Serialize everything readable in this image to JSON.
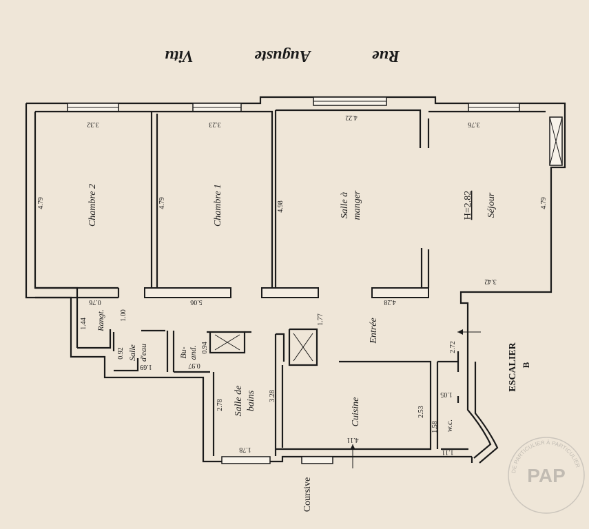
{
  "street": {
    "word1": "Rue",
    "word2": "Auguste",
    "word3": "Vitu"
  },
  "rooms": {
    "chambre2": "Chambre 2",
    "chambre1": "Chambre 1",
    "salle_manger_line1": "Salle à",
    "salle_manger_line2": "manger",
    "sejour": "Séjour",
    "height": "H=2.82",
    "entree": "Entrée",
    "rangt": "Rangt.",
    "salle_eau_line1": "Salle",
    "salle_eau_line2": "d'eau",
    "buand_line1": "Bu-",
    "buand_line2": "and.",
    "salle_bains_line1": "Salle de",
    "salle_bains_line2": "bains",
    "cuisine": "Cuisine",
    "wc": "w.c.",
    "escalier": "ESCALIER",
    "escalier_letter": "B",
    "coursive": "Coursive"
  },
  "dims": {
    "d_332": "3.32",
    "d_323": "3.23",
    "d_422": "4.22",
    "d_376": "3.76",
    "d_479a": "4.79",
    "d_479b": "4.79",
    "d_498": "4.98",
    "d_479c": "4.79",
    "d_342": "3.42",
    "d_506": "5.06",
    "d_428": "4.28",
    "d_076": "0.76",
    "d_144": "1.44",
    "d_100": "1.00",
    "d_092": "0.92",
    "d_169": "1.69",
    "d_097": "0.97",
    "d_094": "0.94",
    "d_177": "1.77",
    "d_272": "2.72",
    "d_278": "2.78",
    "d_328": "3.28",
    "d_253": "2.53",
    "d_105": "1.05",
    "d_158": "1.58",
    "d_178": "1.78",
    "d_411": "4.11",
    "d_111": "1.11"
  },
  "watermark": {
    "text": "PAP",
    "arc_text": "DE PARTICULIER À PARTICULIER"
  }
}
